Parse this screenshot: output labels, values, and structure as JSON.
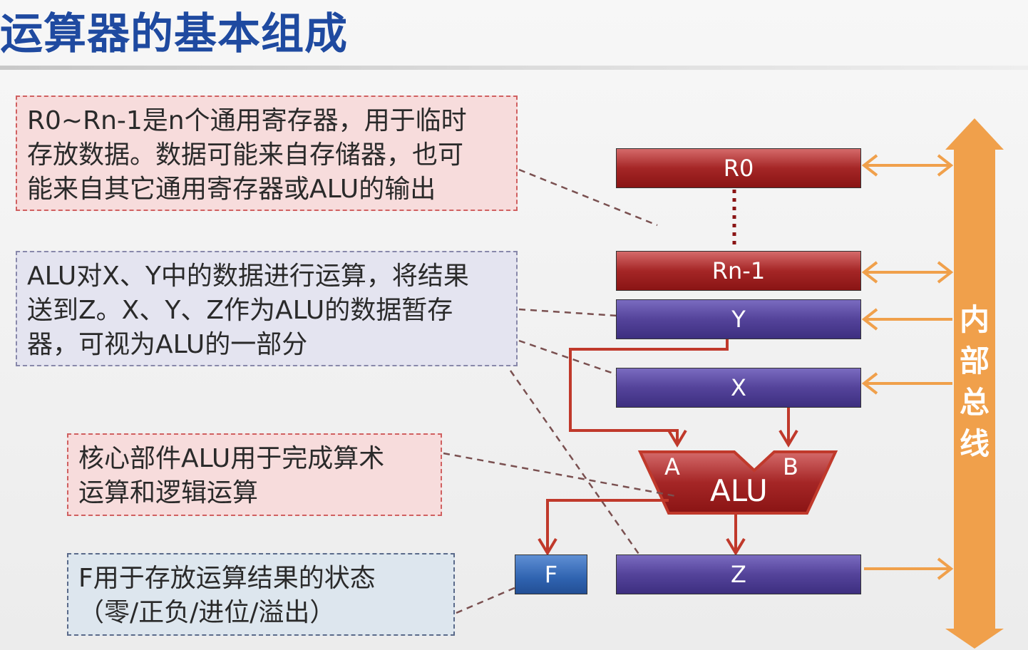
{
  "title": "运算器的基本组成",
  "notes": {
    "registers": [
      "R0~Rn-1是n个通用寄存器，用于临时",
      "存放数据。数据可能来自存储器，也可",
      "能来自其它通用寄存器或ALU的输出"
    ],
    "xyz": [
      "ALU对X、Y中的数据进行运算，将结果",
      "送到Z。X、Y、Z作为ALU的数据暂存",
      "器，可视为ALU的一部分"
    ],
    "alu": [
      "核心部件ALU用于完成算术",
      "运算和逻辑运算"
    ],
    "flags": [
      "F用于存放运算结果的状态",
      "（零/正负/进位/溢出）"
    ]
  },
  "registers": {
    "r0": "R0",
    "rn1": "Rn-1",
    "y": "Y",
    "x": "X",
    "z": "Z",
    "f": "F"
  },
  "alu": {
    "label": "ALU",
    "port_a": "A",
    "port_b": "B"
  },
  "bus": {
    "label": "内部总线"
  },
  "colors": {
    "bus": "#f0a04b",
    "register_red": "#a52626",
    "register_purple": "#54439a",
    "flag_blue": "#2f63b0",
    "wire": "#c0392b",
    "title": "#1f4aa0"
  }
}
